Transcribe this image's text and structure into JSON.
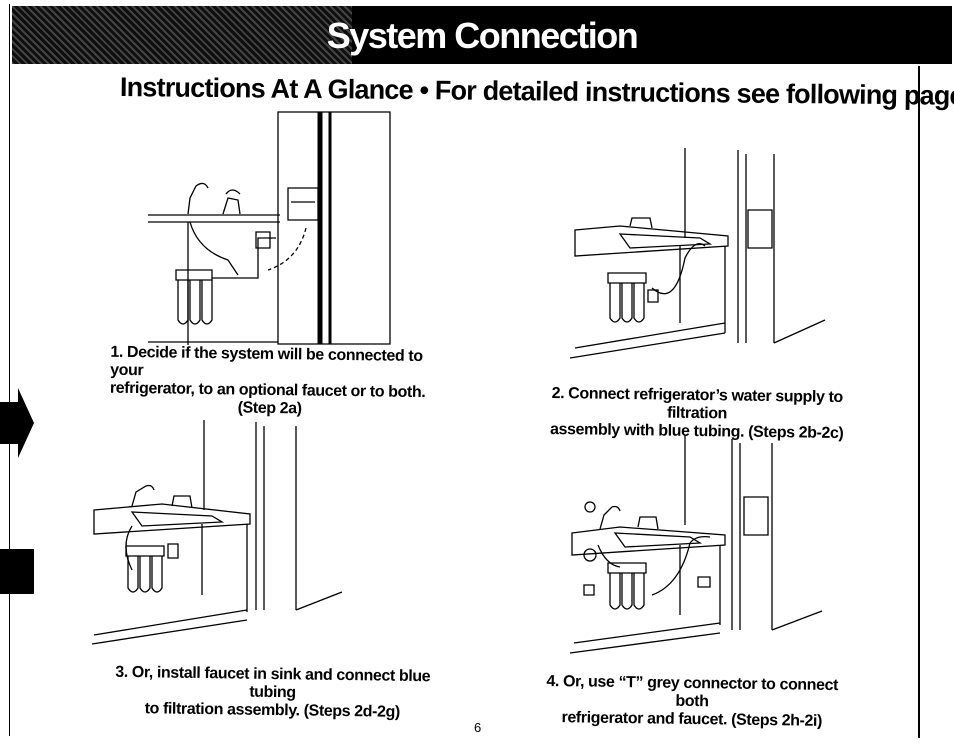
{
  "header": {
    "title": "System Connection",
    "subtitle": "Instructions At A Glance • For detailed instructions see following page."
  },
  "steps": [
    {
      "lines": [
        "1. Decide if the system will be connected to your",
        "refrigerator, to an optional faucet or to both.",
        "(Step 2a)"
      ]
    },
    {
      "lines": [
        "2. Connect refrigerator’s water supply to filtration",
        "assembly with blue tubing. (Steps 2b-2c)"
      ]
    },
    {
      "lines": [
        "3. Or, install faucet in sink and connect blue tubing",
        "to filtration assembly. (Steps 2d-2g)"
      ]
    },
    {
      "lines": [
        "4. Or, use “T” grey connector to connect both",
        "refrigerator and faucet. (Steps 2h-2i)"
      ]
    }
  ],
  "footer": {
    "page_number": "6"
  },
  "colors": {
    "ink": "#000000",
    "paper": "#ffffff"
  }
}
